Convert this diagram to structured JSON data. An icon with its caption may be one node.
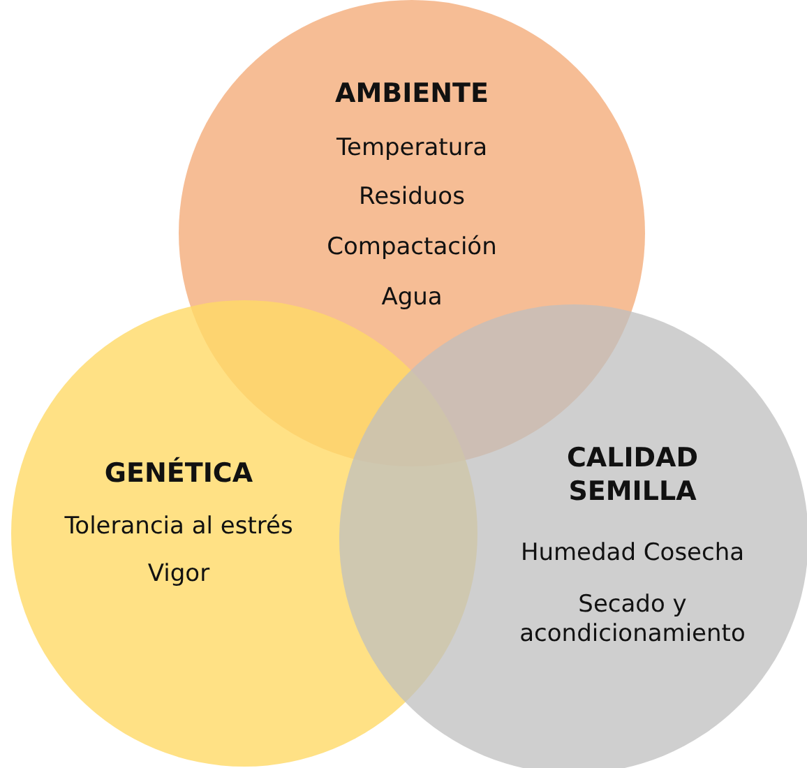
{
  "diagram": {
    "nodes": [
      {
        "text": [
          "AMBIENTE",
          "Temperatura",
          "Residuos",
          "Compactación",
          "Agua"
        ]
      },
      {
        "text": [
          "GENÉTICA",
          "Tolerancia al estrés",
          "Vigor"
        ]
      },
      {
        "text": [
          "CALIDAD SEMILLA",
          "Humedad Cosecha",
          "Secado y acondicionamiento"
        ]
      }
    ]
  }
}
